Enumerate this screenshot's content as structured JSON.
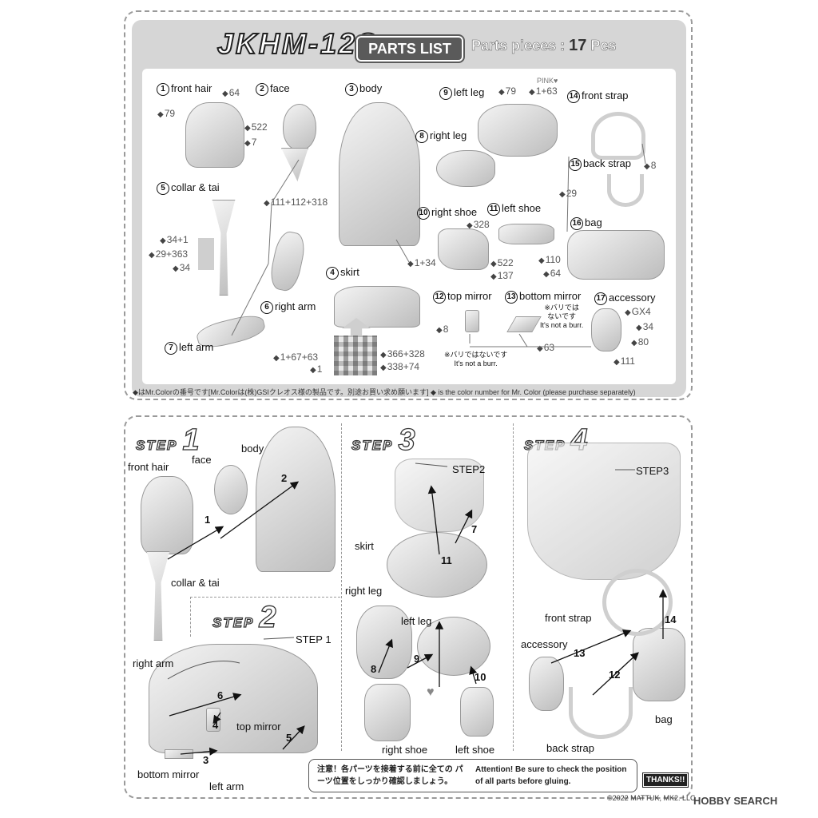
{
  "header": {
    "kit_code": "JKHM-12S",
    "parts_list_label": "PARTS LIST",
    "parts_pieces_label": "Parts pieces :",
    "parts_pieces_count": "17",
    "parts_pieces_unit": "Pcs"
  },
  "parts": [
    {
      "num": "1",
      "name": "front hair"
    },
    {
      "num": "2",
      "name": "face"
    },
    {
      "num": "3",
      "name": "body"
    },
    {
      "num": "4",
      "name": "skirt"
    },
    {
      "num": "5",
      "name": "collar & tai"
    },
    {
      "num": "6",
      "name": "right arm"
    },
    {
      "num": "7",
      "name": "left arm"
    },
    {
      "num": "8",
      "name": "right leg"
    },
    {
      "num": "9",
      "name": "left leg"
    },
    {
      "num": "10",
      "name": "right shoe"
    },
    {
      "num": "11",
      "name": "left shoe"
    },
    {
      "num": "12",
      "name": "top mirror"
    },
    {
      "num": "13",
      "name": "bottom mirror"
    },
    {
      "num": "14",
      "name": "front strap"
    },
    {
      "num": "15",
      "name": "back strap"
    },
    {
      "num": "16",
      "name": "bag"
    },
    {
      "num": "17",
      "name": "accessory"
    }
  ],
  "color_codes": {
    "hair_64": "64",
    "hair_79": "79",
    "hair_522": "522",
    "hair_7": "7",
    "skin": "111+112+318",
    "body": "1+34",
    "collar_a": "34+1",
    "collar_b": "29+363",
    "collar_c": "34",
    "skirt_a": "1+67+63",
    "skirt_b": "1",
    "skirt_c": "366+328",
    "skirt_d": "338+74",
    "leg_79": "79",
    "leg_pink_label": "PINK♥",
    "leg_pink": "1+63",
    "shoe_328": "328",
    "shoe_522": "522",
    "shoe_137": "137",
    "strap_8": "8",
    "strap_29": "29",
    "bag_110": "110",
    "bag_64": "64",
    "mirror_8": "8",
    "mirror_63": "63",
    "acc_gx4": "GX4",
    "acc_34": "34",
    "acc_80": "80",
    "acc_111": "111"
  },
  "notes": {
    "burr_jp_1": "※バリではないです",
    "burr_en": "It's not a burr.",
    "burr_jp_2a": "※バリでは",
    "burr_jp_2b": "ないです"
  },
  "footnote": "◆はMr.Colorの番号です[Mr.Colorは(株)GSIクレオス様の製品です。別途お買い求め願います]  ◆ is the color number for Mr. Color (please purchase separately)",
  "steps": {
    "step_word": "STEP",
    "s1": {
      "number": "1",
      "labels": {
        "front_hair": "front hair",
        "face": "face",
        "body": "body",
        "collar": "collar & tai"
      },
      "arrows": [
        "1",
        "2"
      ]
    },
    "s2": {
      "number": "2",
      "labels": {
        "ref": "STEP 1",
        "right_arm": "right arm",
        "top_mirror": "top mirror",
        "bottom_mirror": "bottom mirror",
        "left_arm": "left arm"
      },
      "arrows": [
        "3",
        "4",
        "5",
        "6"
      ]
    },
    "s3": {
      "number": "3",
      "labels": {
        "ref": "STEP2",
        "skirt": "skirt",
        "right_leg": "right leg",
        "left_leg": "left leg",
        "right_shoe": "right shoe",
        "left_shoe": "left shoe"
      },
      "arrows": [
        "7",
        "8",
        "9",
        "10",
        "11"
      ]
    },
    "s4": {
      "number": "4",
      "labels": {
        "ref": "STEP3",
        "front_strap": "front strap",
        "accessory": "accessory",
        "bag": "bag",
        "back_strap": "back strap"
      },
      "arrows": [
        "12",
        "13",
        "14"
      ]
    }
  },
  "warning": {
    "jp": "注意！各パーツを接着する前に全ての パーツ位置をしっかり確認しましょう。",
    "en": "Attention!  Be sure to check the position of all parts before gluing."
  },
  "thanks": "THANKS!!",
  "copyright": "©2022 MATTUK, MK2. LLC",
  "watermark": "HOBBY SEARCH"
}
